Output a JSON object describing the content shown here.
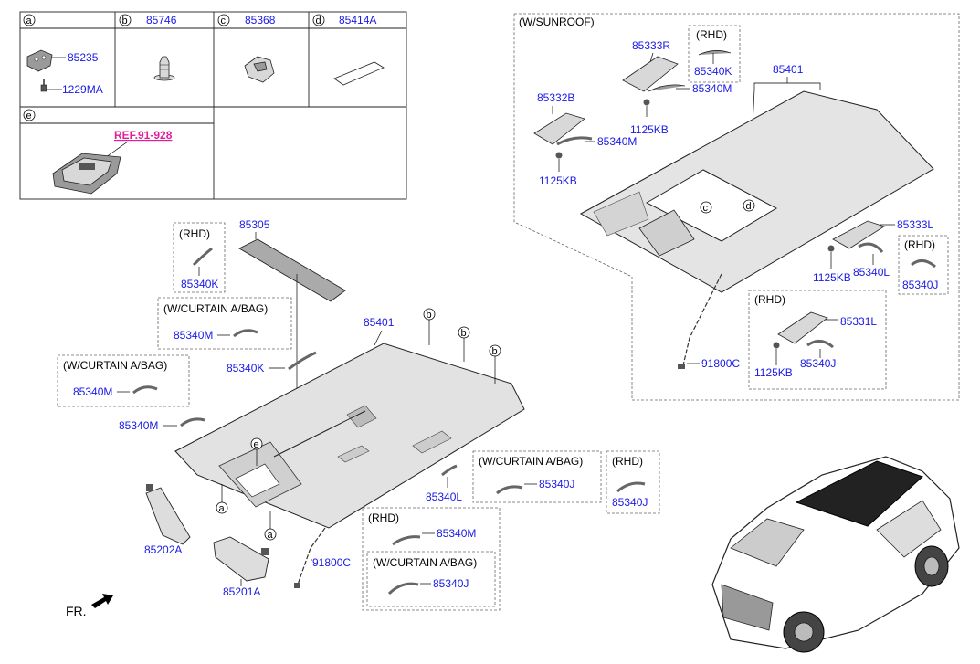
{
  "legend": {
    "a": {
      "letter": "a",
      "part": "",
      "sub1": "85235",
      "sub2": "1229MA"
    },
    "b": {
      "letter": "b",
      "part": "85746"
    },
    "c": {
      "letter": "c",
      "part": "85368"
    },
    "d": {
      "letter": "d",
      "part": "85414A"
    },
    "e": {
      "letter": "e",
      "ref": "REF.91-928"
    }
  },
  "sunroof": {
    "title": "(W/SUNROOF)",
    "rhd1": "(RHD)",
    "p85340K": "85340K",
    "p85333R": "85333R",
    "p85340M_a": "85340M",
    "p1125KB_a": "1125KB",
    "p85401": "85401",
    "p85332B": "85332B",
    "p85340M_b": "85340M",
    "p1125KB_b": "1125KB",
    "c": "c",
    "d": "d",
    "p85333L": "85333L",
    "p1125KB_c": "1125KB",
    "p85340L": "85340L",
    "rhd2": "(RHD)",
    "p85340J": "85340J",
    "rhd3": "(RHD)",
    "p85331L": "85331L",
    "p1125KB_d": "1125KB",
    "p85340J_b": "85340J",
    "p91800C": "91800C"
  },
  "main": {
    "p85305": "85305",
    "rhd1": "(RHD)",
    "p85340K_a": "85340K",
    "cab1": "(W/CURTAIN A/BAG)",
    "p85340M_a": "85340M",
    "cab2": "(W/CURTAIN A/BAG)",
    "p85340M_b": "85340M",
    "p85340K_b": "85340K",
    "p85340M_c": "85340M",
    "p85401": "85401",
    "b1": "b",
    "b2": "b",
    "b3": "b",
    "e": "e",
    "a1": "a",
    "a2": "a",
    "p85202A": "85202A",
    "p85201A": "85201A",
    "p91800C": "91800C",
    "p85340L": "85340L",
    "cab3": "(W/CURTAIN A/BAG)",
    "p85340J_a": "85340J",
    "rhd2": "(RHD)",
    "p85340J_b": "85340J",
    "rhd3": "(RHD)",
    "p85340M_d": "85340M",
    "cab4": "(W/CURTAIN A/BAG)",
    "p85340J_c": "85340J",
    "fr": "FR."
  }
}
